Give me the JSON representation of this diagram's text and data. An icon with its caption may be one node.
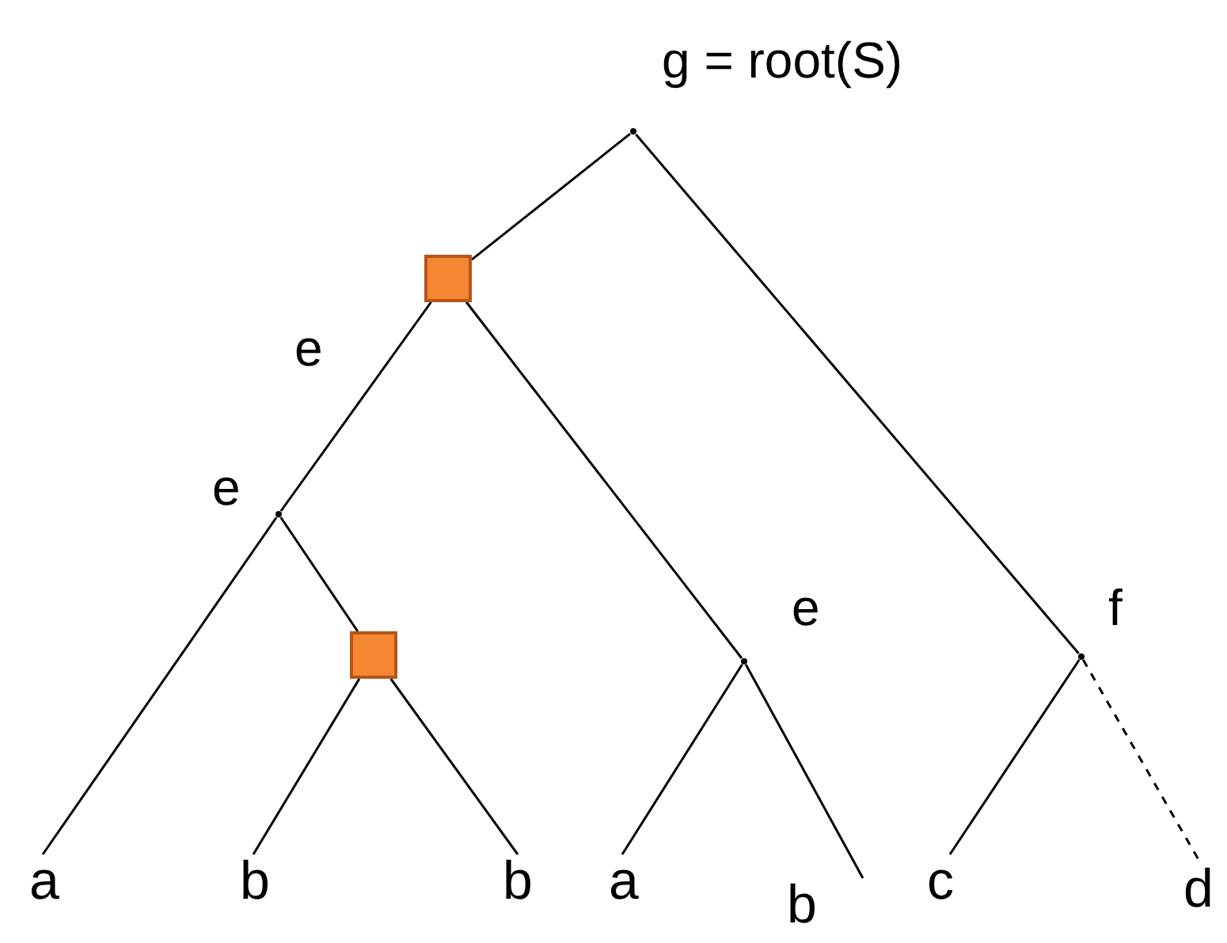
{
  "diagram": {
    "nodes": [
      {
        "text": [],
        "shape": "point",
        "beside": [
          "g = root(S)"
        ]
      },
      {
        "text": [],
        "shape": "box"
      },
      {
        "text": [],
        "shape": "point",
        "beside": [
          "e"
        ]
      },
      {
        "text": [],
        "shape": "box"
      },
      {
        "text": [],
        "shape": "point",
        "beside": [
          "e"
        ]
      },
      {
        "text": [],
        "shape": "point",
        "beside": [
          "f"
        ]
      },
      {
        "text": [
          "a"
        ]
      },
      {
        "text": [
          "b"
        ]
      },
      {
        "text": [
          "b"
        ]
      },
      {
        "text": [
          "a"
        ]
      },
      {
        "text": [
          "b"
        ]
      },
      {
        "text": [
          "c"
        ]
      },
      {
        "text": [
          "d"
        ]
      }
    ],
    "edges": [
      {
        "from": 0,
        "to": 1,
        "arrow": "none"
      },
      {
        "from": 0,
        "to": 5,
        "arrow": "none"
      },
      {
        "from": 1,
        "to": 2,
        "arrow": "none",
        "label": "e"
      },
      {
        "from": 1,
        "to": 4,
        "arrow": "none"
      },
      {
        "from": 2,
        "to": 6,
        "arrow": "none"
      },
      {
        "from": 2,
        "to": 3,
        "arrow": "none"
      },
      {
        "from": 3,
        "to": 7,
        "arrow": "none"
      },
      {
        "from": 3,
        "to": 8,
        "arrow": "none"
      },
      {
        "from": 4,
        "to": 9,
        "arrow": "none"
      },
      {
        "from": 4,
        "to": 10,
        "arrow": "none"
      },
      {
        "from": 5,
        "to": 11,
        "arrow": "none"
      },
      {
        "from": 5,
        "to": 12,
        "arrow": "none",
        "style": "dashed"
      }
    ]
  }
}
